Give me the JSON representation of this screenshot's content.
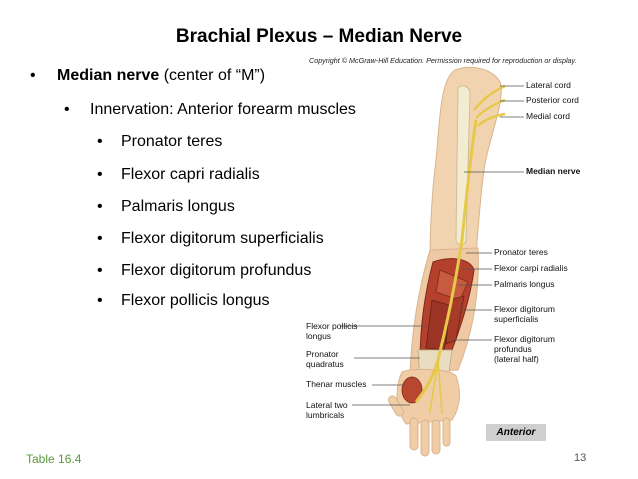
{
  "slide": {
    "title": "Brachial Plexus – Median Nerve",
    "copyright": "Copyright © McGraw-Hill Education. Permission required for reproduction or display.",
    "main_bullet": {
      "bold": "Median nerve",
      "rest": " (center of “M”)"
    },
    "sub_bullet": "Innervation: Anterior forearm muscles",
    "muscles": [
      "Pronator teres",
      "Flexor capri radialis",
      "Palmaris longus",
      "Flexor digitorum superficialis",
      "Flexor digitorum profundus",
      "Flexor pollicis longus"
    ],
    "footer_left": "Table 16.4",
    "page_number": "13"
  },
  "figure": {
    "labels_right": {
      "lateral_cord": "Lateral cord",
      "posterior_cord": "Posterior cord",
      "medial_cord": "Medial cord",
      "median_nerve": "Median nerve",
      "pronator_teres": "Pronator teres",
      "flexor_carpi_radialis": "Flexor carpi radialis",
      "palmaris_longus": "Palmaris longus",
      "fds_1": "Flexor digitorum",
      "fds_2": "superficialis",
      "fdp_1": "Flexor digitorum",
      "fdp_2": "profundus",
      "fdp_3": "(lateral half)"
    },
    "labels_left": {
      "fpl_1": "Flexor pollicis",
      "fpl_2": "longus",
      "pq_1": "Pronator",
      "pq_2": "quadratus",
      "thenar": "Thenar muscles",
      "lumb_1": "Lateral two",
      "lumb_2": "lumbricals"
    },
    "view_label": "Anterior",
    "colors": {
      "skin": "#f2d3b0",
      "muscle": "#b5412c",
      "nerve": "#e6c84a",
      "bone": "#f4ecd0"
    }
  }
}
